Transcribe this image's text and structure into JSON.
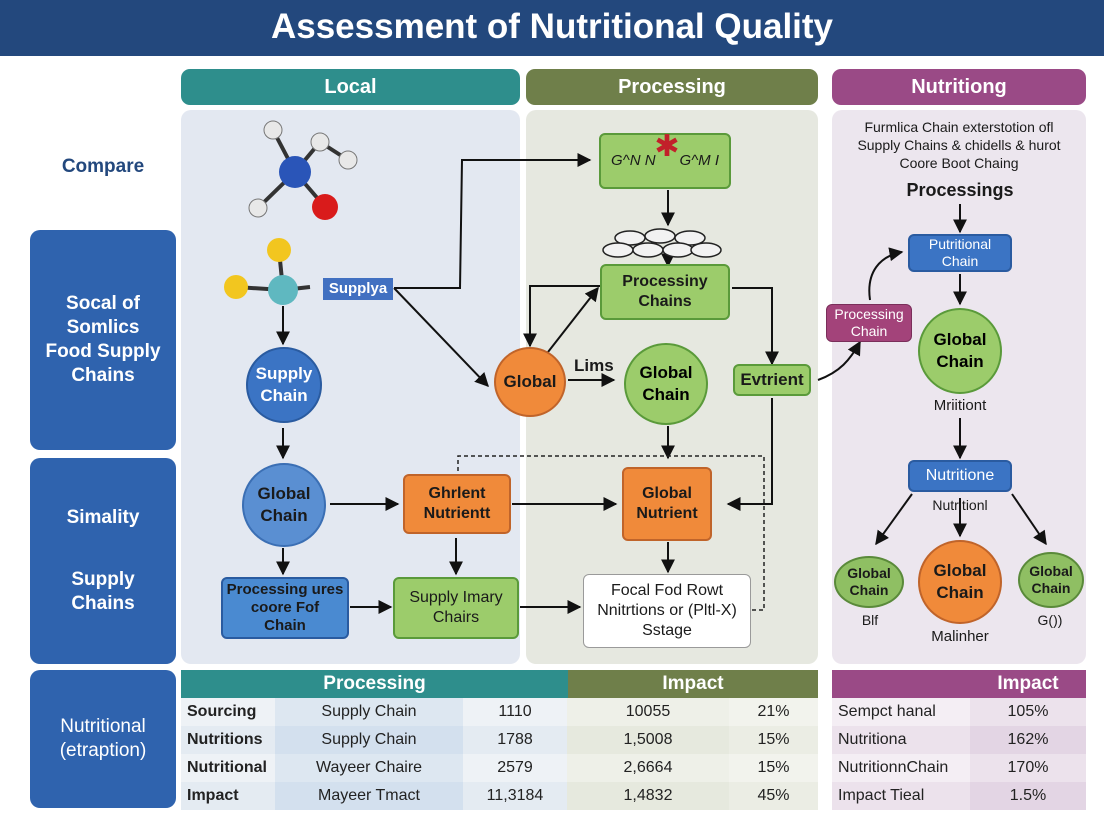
{
  "title": "Assessment of Nutritional Quality",
  "columns": {
    "local": "Local",
    "processing": "Processing",
    "nutrition": "Nutritiong"
  },
  "left": {
    "compare": "Compare",
    "box1": [
      "Socal of",
      "Somlics",
      "Food Supply",
      "Chains"
    ],
    "box2": [
      "Simality",
      "",
      "Supply",
      "Chains"
    ],
    "box3": [
      "Nutritional",
      "(etraption)"
    ]
  },
  "local": {
    "supply_label": "Supplya",
    "supply_chain": [
      "Supply",
      "Chain"
    ],
    "global_chain": [
      "Global",
      "Chain"
    ],
    "processing_box": [
      "Processing ures",
      "coore Fof",
      "Chain"
    ],
    "ghrlent": [
      "Ghrlent",
      "Nutrientt"
    ],
    "supply_imary": [
      "Supply Imary",
      "Chairs"
    ]
  },
  "processing": {
    "gm_left": "G^N  N",
    "gm_right": "G^M  I",
    "processiny": [
      "Processiny",
      "Chains"
    ],
    "global_orange": "Global",
    "lims": "Lims",
    "global_chain": [
      "Global",
      "Chain"
    ],
    "evtrient": "Evtrient",
    "global_nutrient": [
      "Global",
      "Nutrient"
    ],
    "focal": [
      "Focal Fod Rowt",
      "Nnitrtions or (Pltl-X)",
      "Sstage"
    ]
  },
  "nutrition": {
    "header_text": [
      "Furmlica Chain exterstotion ofl",
      "Supply Chains & chidells & hurot",
      "Coore Boot Chaing"
    ],
    "processings": "Processings",
    "putritional": [
      "Putritional",
      "Chain"
    ],
    "processing_chain": [
      "Processing",
      "Chain"
    ],
    "global_chain": [
      "Global",
      "Chain"
    ],
    "mriitiont": "Mriitiont",
    "nutritione": "Nutritione",
    "nutritionl": "Nutritionl",
    "small_left": [
      "Global",
      "Chain"
    ],
    "big_center": [
      "Global",
      "Chain"
    ],
    "small_right": [
      "Global",
      "Chain"
    ],
    "lbl_left": "Blf",
    "lbl_center": "Malinher",
    "lbl_right": "G())"
  },
  "table_main": {
    "header_processing": "Processing",
    "header_impact": "Impact",
    "rows": [
      [
        "Sourcing",
        "Supply Chain",
        "1110",
        "10055",
        "21%"
      ],
      [
        "Nutritions",
        "Supply Chain",
        "1788",
        "1,5008",
        "15%"
      ],
      [
        "Nutritional",
        "Wayeer Chaire",
        "2579",
        "2,6664",
        "15%"
      ],
      [
        "Impact",
        "Mayeer Tmact",
        "11,3184",
        "1,4832",
        "45%"
      ]
    ]
  },
  "table_right": {
    "header_impact": "Impact",
    "rows": [
      [
        "Sempct hanal",
        "105%"
      ],
      [
        "Nutritiona",
        "162%"
      ],
      [
        "NutritionnChain",
        "170%"
      ],
      [
        "Impact Tieal",
        "1.5%"
      ]
    ]
  },
  "colors": {
    "title_bg": "#23487d",
    "local_head": "#2e8e8c",
    "processing_head": "#6f7f4a",
    "nutrition_head": "#9a4a86",
    "left_box": "#2f63ae",
    "green_node": "#9ccc6b",
    "orange_node": "#f08a3a",
    "blue_node": "#3b74c4"
  }
}
